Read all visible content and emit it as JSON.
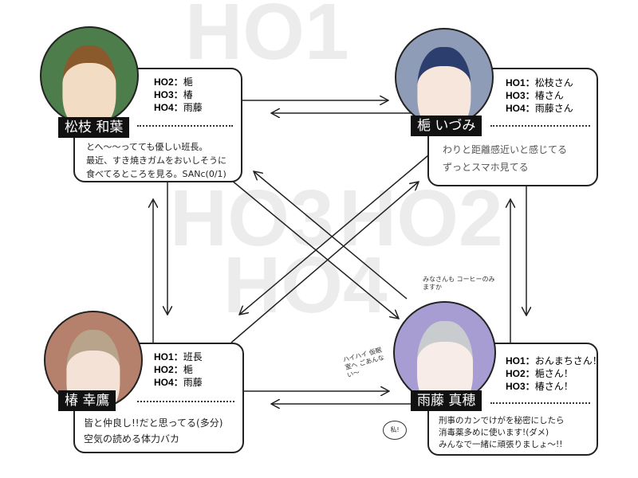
{
  "watermarks": [
    "HO1",
    "HO2",
    "HO3",
    "HO4"
  ],
  "characters": [
    {
      "id": "ho1",
      "name": "松枝 和葉",
      "color": "#4e7d4c",
      "relations": [
        {
          "label": "HO2：",
          "text": "梔"
        },
        {
          "label": "HO3：",
          "text": "椿"
        },
        {
          "label": "HO4：",
          "text": "雨藤"
        }
      ],
      "notes": [
        "とへ〜〜ってても優しい班長。",
        "最近、すき焼きガムをおいしそうに",
        "食べてるところを見る。SANc(0/1)"
      ]
    },
    {
      "id": "ho2",
      "name": "梔 いづみ",
      "color": "#8e9cb8",
      "relations": [
        {
          "label": "HO1：",
          "text": "松枝さん"
        },
        {
          "label": "HO3：",
          "text": "椿さん"
        },
        {
          "label": "HO4：",
          "text": "雨藤さん"
        }
      ],
      "notes": [
        "わりと距離感近いと感じてる",
        "ずっとスマホ見てる"
      ]
    },
    {
      "id": "ho3",
      "name": "椿 幸鷹",
      "color": "#b5806c",
      "relations": [
        {
          "label": "HO1：",
          "text": "班長"
        },
        {
          "label": "HO2：",
          "text": "梔"
        },
        {
          "label": "HO4：",
          "text": "雨藤"
        }
      ],
      "notes": [
        "皆と仲良し!!だと思ってる(多分)",
        "空気の読める体力バカ"
      ]
    },
    {
      "id": "ho4",
      "name": "雨藤 真穂",
      "color": "#a79dd2",
      "relations": [
        {
          "label": "HO1：",
          "text": "おんまちさん！"
        },
        {
          "label": "HO2：",
          "text": "梔さん！"
        },
        {
          "label": "HO3：",
          "text": "椿さん！"
        }
      ],
      "notes": [
        "刑事のカンでけがを秘密にしたら",
        "消毒薬多めに使います!(ダメ)",
        "みんなで一緒に頑張りましょ〜!!"
      ]
    }
  ],
  "speech": {
    "coffee": "みなさんも コーヒーのみますか",
    "sleep": "ハイハイ 仮眠室へ ごあんない〜",
    "self": "私!"
  }
}
